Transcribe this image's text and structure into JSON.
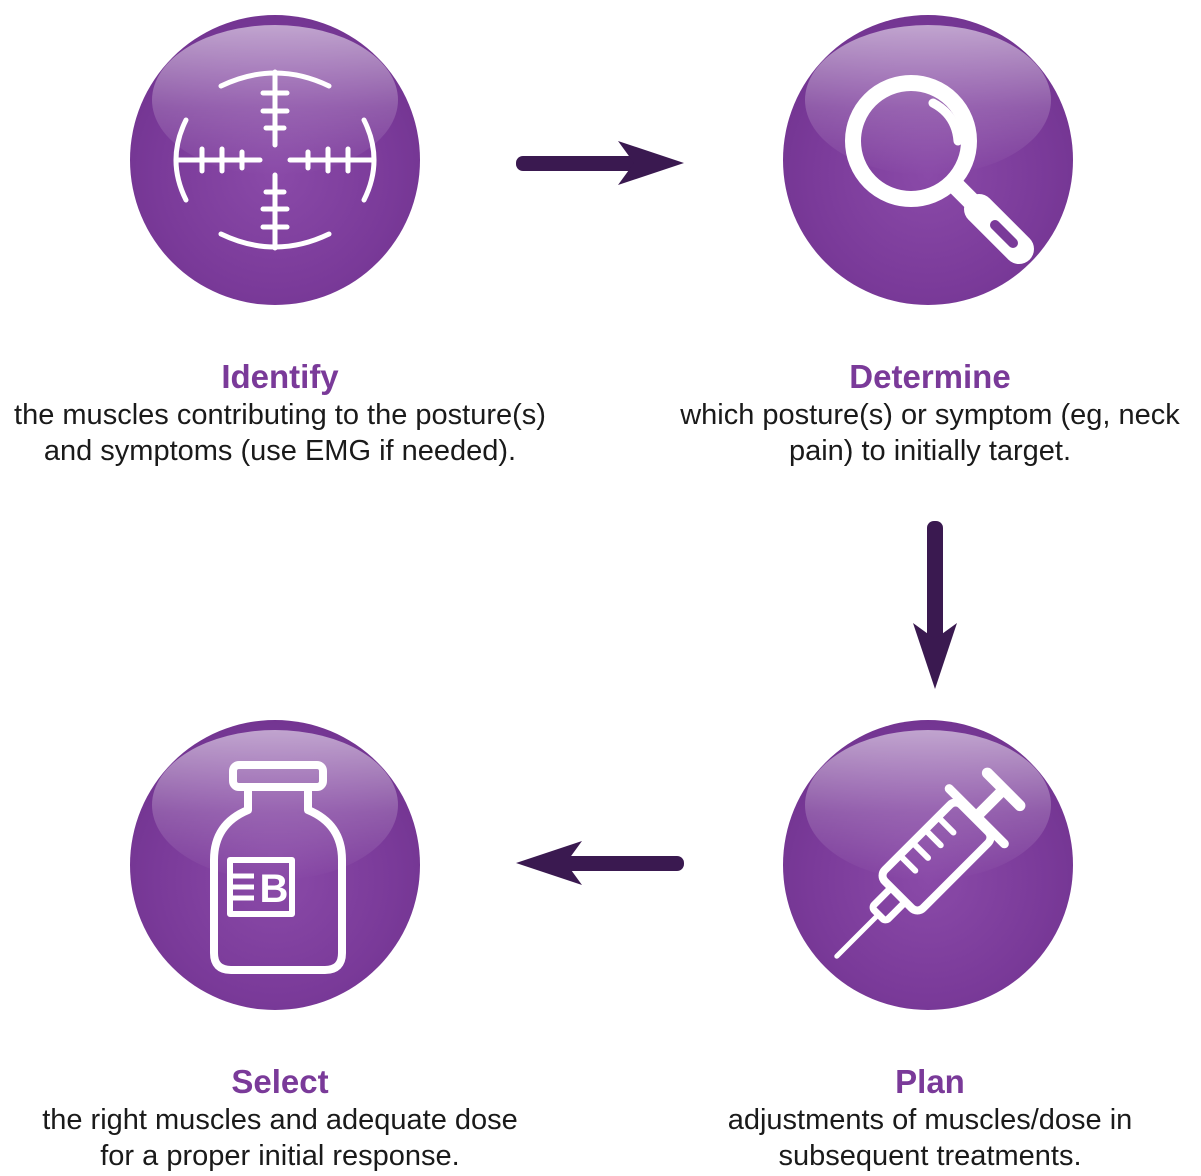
{
  "colors": {
    "accent": "#7a3a99",
    "arrow": "#3a1950",
    "text": "#1a1a1a"
  },
  "steps": [
    {
      "icon": "crosshair-icon",
      "title": "Identify",
      "line1": "the muscles contributing to the posture(s)",
      "line2": "and symptoms (use EMG if needed)."
    },
    {
      "icon": "magnifier-icon",
      "title": "Determine",
      "line1": "which posture(s) or symptom (eg, neck",
      "line2": "pain) to initially target."
    },
    {
      "icon": "syringe-icon",
      "title": "Plan",
      "line1": "adjustments of muscles/dose in",
      "line2": "subsequent treatments."
    },
    {
      "icon": "vial-icon",
      "title": "Select",
      "line1": "the right muscles and adequate dose",
      "line2": "for a proper initial response.",
      "vial_label": "B"
    }
  ]
}
